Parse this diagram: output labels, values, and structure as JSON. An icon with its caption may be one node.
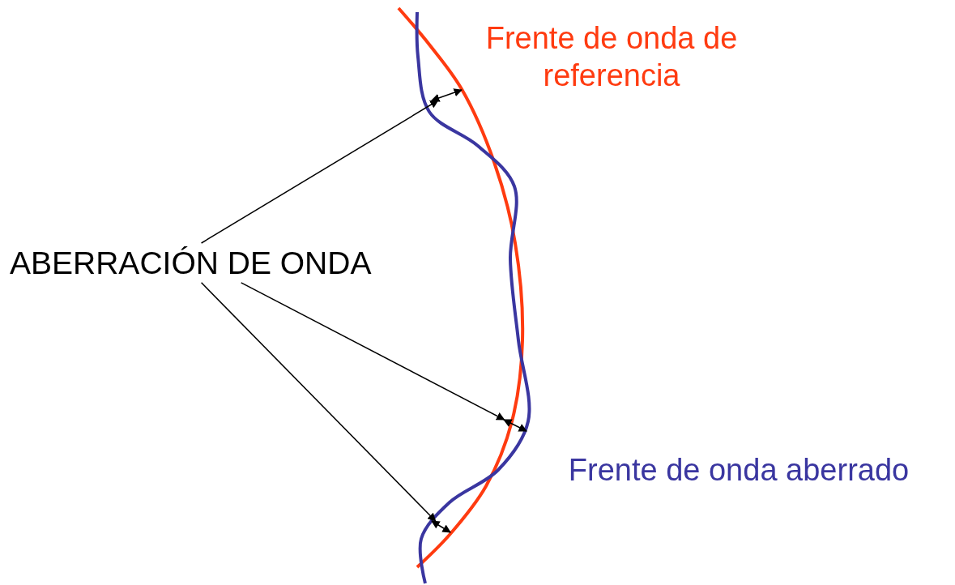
{
  "diagram": {
    "nodes": [
      {
        "text": [
          "ABERRACIÓN DE ONDA"
        ]
      },
      {
        "text": [],
        "shape": "arrow"
      },
      {
        "text": [],
        "shape": "arrow"
      },
      {
        "text": [],
        "shape": "arrow"
      }
    ],
    "edges": [
      {
        "from": 0,
        "to": 1,
        "arrow": "to"
      },
      {
        "from": 0,
        "to": 2,
        "arrow": "to"
      },
      {
        "from": 0,
        "to": 3,
        "arrow": "to"
      }
    ],
    "labels": [
      "Frente de onda de referencia",
      "Frente de onda aberrado"
    ]
  }
}
